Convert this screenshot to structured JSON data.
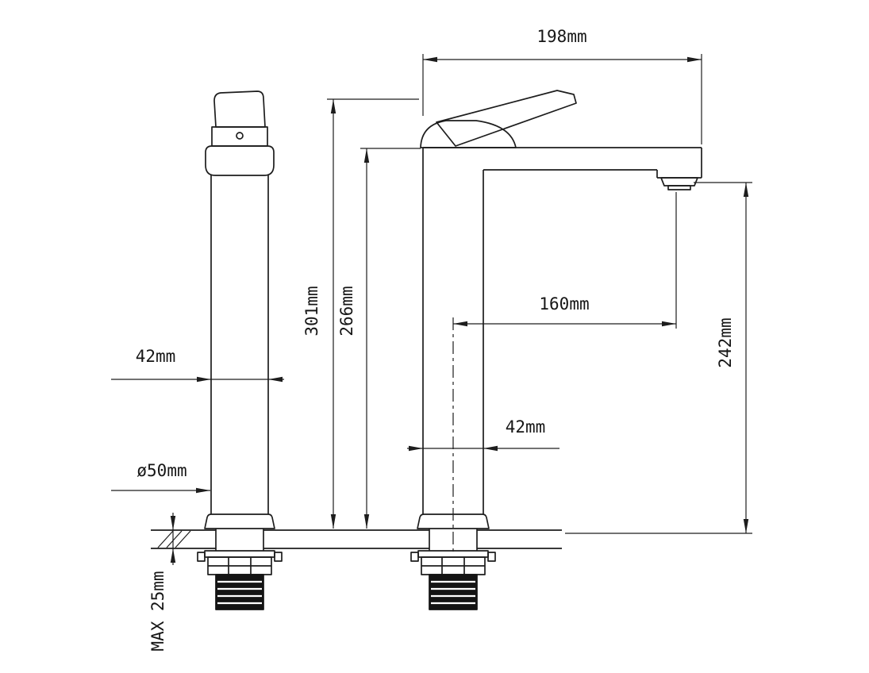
{
  "drawing": {
    "type": "technical-dimension-drawing",
    "subject": "tall basin mixer faucet, side view and front view",
    "background_color": "#ffffff",
    "line_color": "#1d1d1d",
    "dims": {
      "overall_width": "198mm",
      "overall_height": "301mm",
      "body_height": "266mm",
      "spout_reach": "160mm",
      "spout_height": "242mm",
      "handle_body_width": "42mm",
      "front_body_width": "42mm",
      "base_diameter": "ø50mm",
      "max_counter_thickness": "MAX 25mm"
    }
  }
}
